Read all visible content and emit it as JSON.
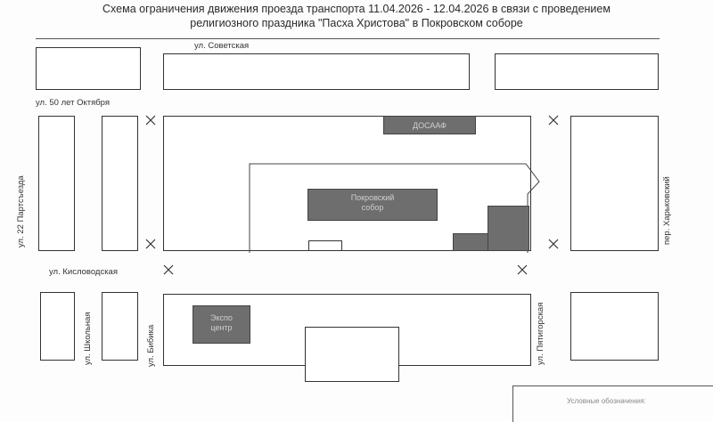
{
  "title": {
    "line1": "Схема ограничения движения проезда транспорта 11.04.2026 - 12.04.2026 в связи с проведением",
    "line2": "религиозного праздника \"Пасха Христова\" в Покровском соборе"
  },
  "streets": {
    "sovetskaya": "ул. Советская",
    "let50": "ул. 50 лет Октября",
    "partsyezda": "ул. 22 Партсъезда",
    "kislovodskaya": "ул. Кисловодская",
    "shkolnaya": "ул. Школьная",
    "bibika": "ул. Бибика",
    "pyatigorskaya": "ул. Пятигорская",
    "kharkovsky": "пер. Харьковский"
  },
  "buildings": {
    "dosaaf": "ДОСААФ",
    "sobor": "Покровский собор",
    "expo": "Экспо центр"
  },
  "legend": {
    "title": "Условные обозначения:"
  }
}
